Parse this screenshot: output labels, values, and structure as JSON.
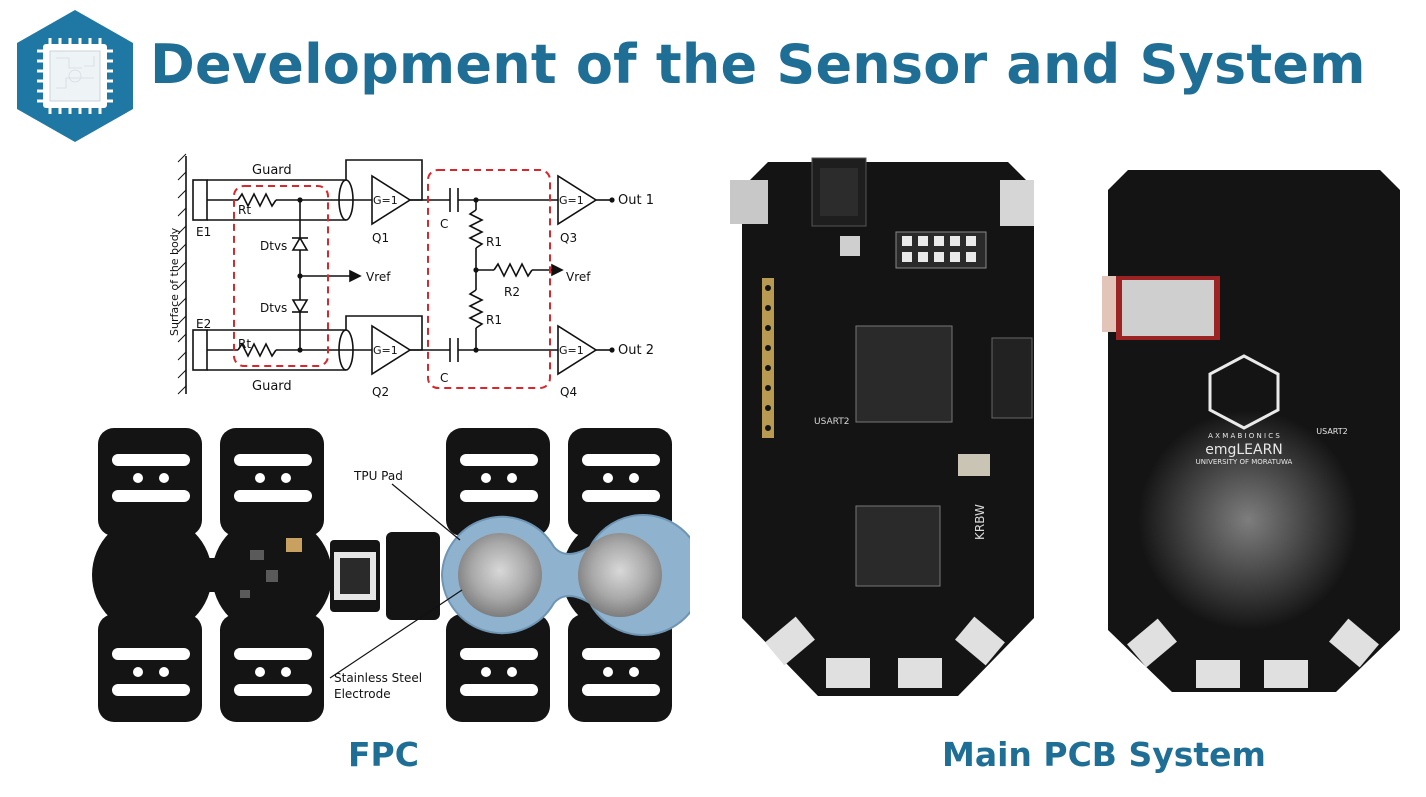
{
  "title": "Development of the Sensor and System",
  "colors": {
    "accent": "#1e6e96",
    "logo_hex": "#1f77a4",
    "dashed_box": "#d9272e",
    "pcb_black": "#141414",
    "tpu_pad": "#8fb3cf"
  },
  "schematic": {
    "side_label": "Surface of the body",
    "guard_top": "Guard",
    "guard_bottom": "Guard",
    "e1": "E1",
    "e2": "E2",
    "rt_top": "Rt",
    "rt_bottom": "Rt",
    "dtvs_top": "Dtvs",
    "dtvs_bottom": "Dtvs",
    "vref_left": "Vref",
    "vref_right": "Vref",
    "buffer_label": "G=1",
    "q1": "Q1",
    "q2": "Q2",
    "q3": "Q3",
    "q4": "Q4",
    "c_top": "C",
    "c_bottom": "C",
    "r1_top": "R1",
    "r1_bottom": "R1",
    "r2": "R2",
    "out1": "Out 1",
    "out2": "Out 2"
  },
  "fpc": {
    "tpu_label": "TPU Pad",
    "electrode_label_1": "Stainless Steel",
    "electrode_label_2": "Electrode",
    "caption": "FPC"
  },
  "pcb": {
    "caption": "Main PCB System",
    "front_silk_usart": "USART2",
    "front_silk_brand": "KRBW",
    "back_logo_line1": "A X M A   B I O N I C S",
    "back_logo_line2": "emgLEARN",
    "back_logo_line3": "UNIVERSITY OF MORATUWA",
    "back_silk_usart": "USART2"
  },
  "icons": {
    "logo": "chip-hexagon-icon"
  }
}
